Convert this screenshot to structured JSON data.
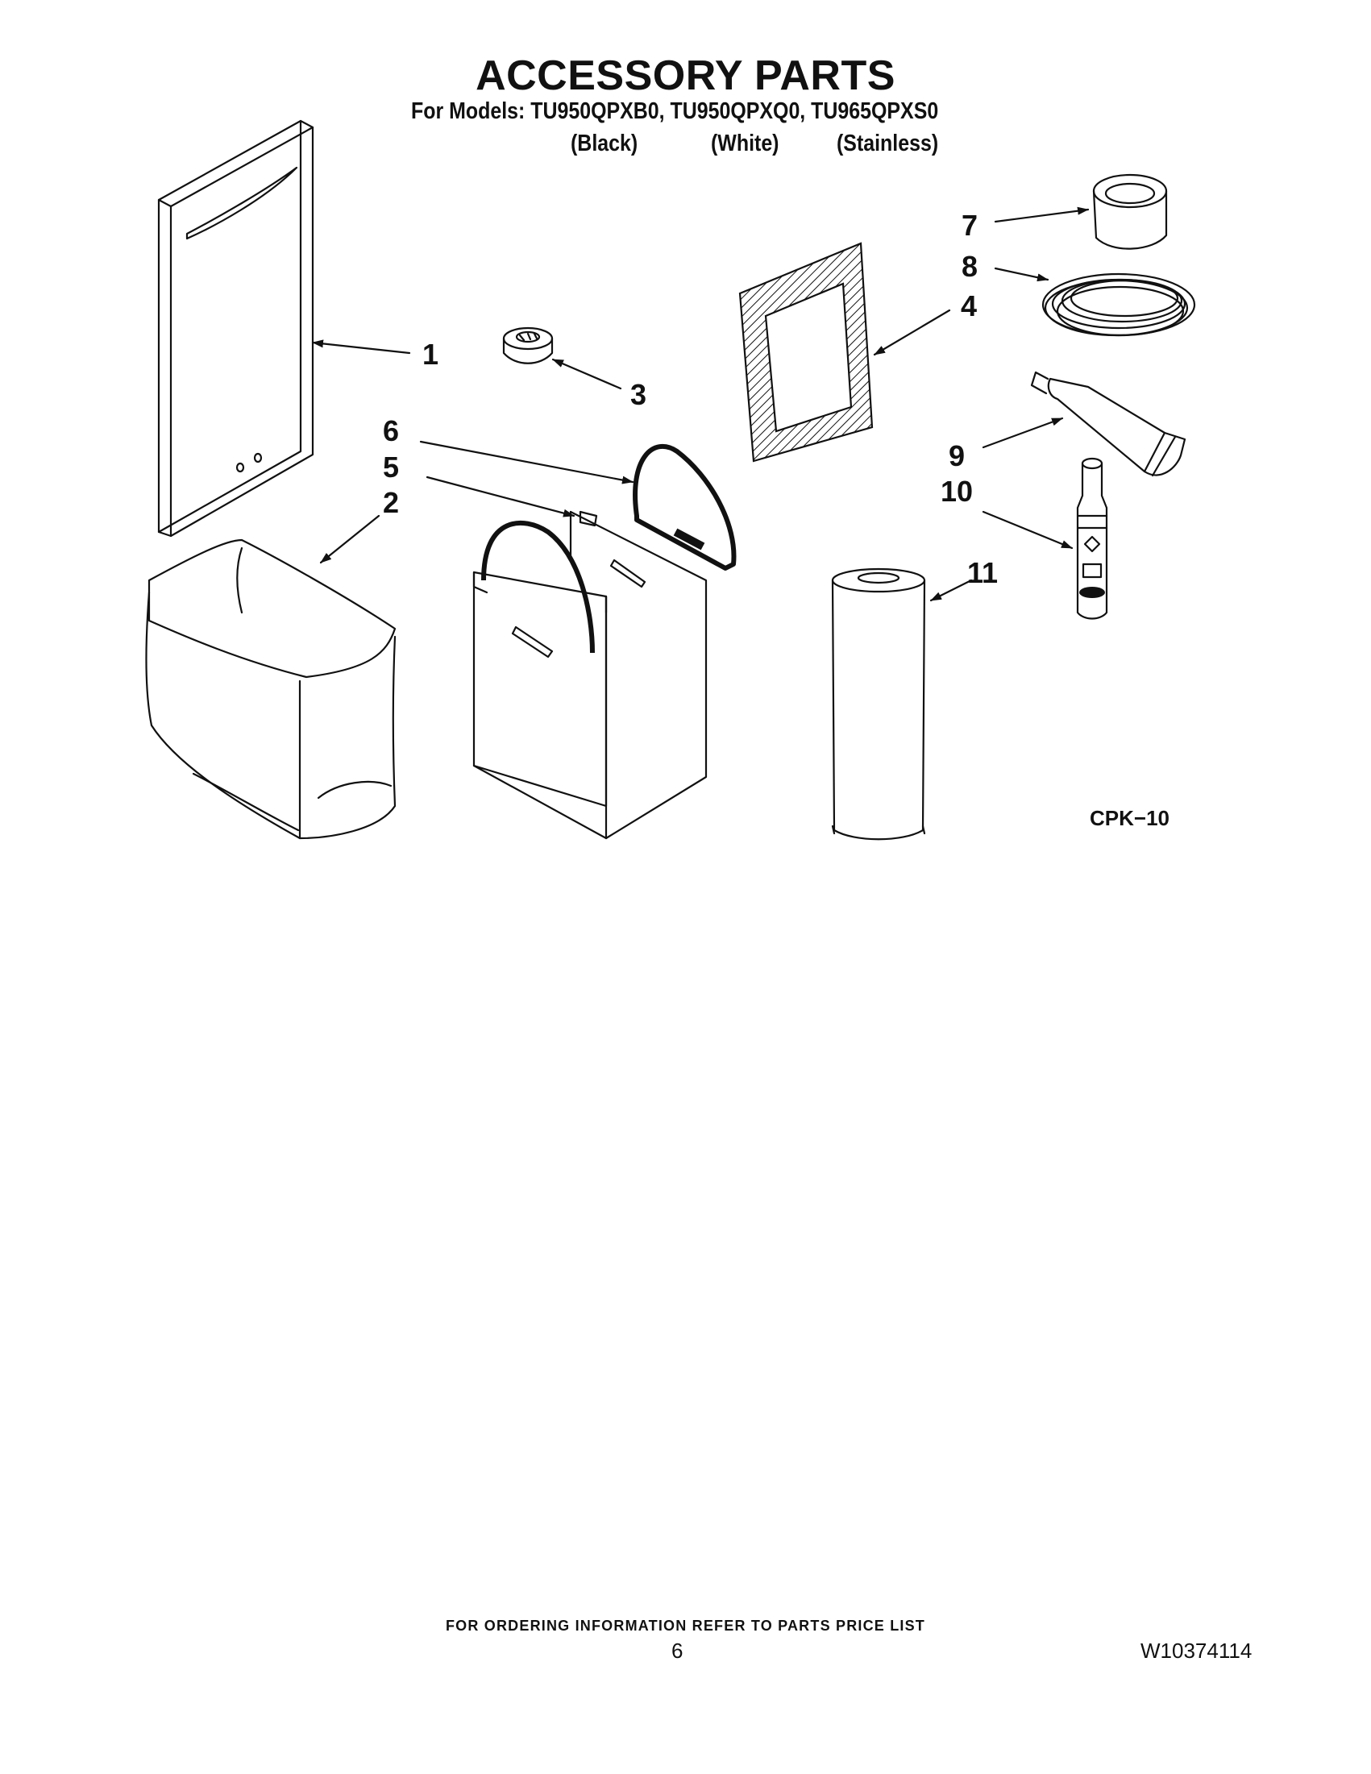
{
  "header": {
    "title": "ACCESSORY PARTS",
    "models_line": "For Models: TU950QPXB0, TU950QPXQ0, TU965QPXS0",
    "variants": [
      "(Black)",
      "(White)",
      "(Stainless)"
    ]
  },
  "callouts": {
    "c1": "1",
    "c2": "2",
    "c3": "3",
    "c4": "4",
    "c5": "5",
    "c6": "6",
    "c7": "7",
    "c8": "8",
    "c9": "9",
    "c10": "10",
    "c11": "11"
  },
  "diagram_code": "CPK−10",
  "footer": {
    "ordering_note": "FOR ORDERING INFORMATION REFER TO PARTS PRICE LIST",
    "page_number": "6",
    "document_number": "W10374114"
  }
}
